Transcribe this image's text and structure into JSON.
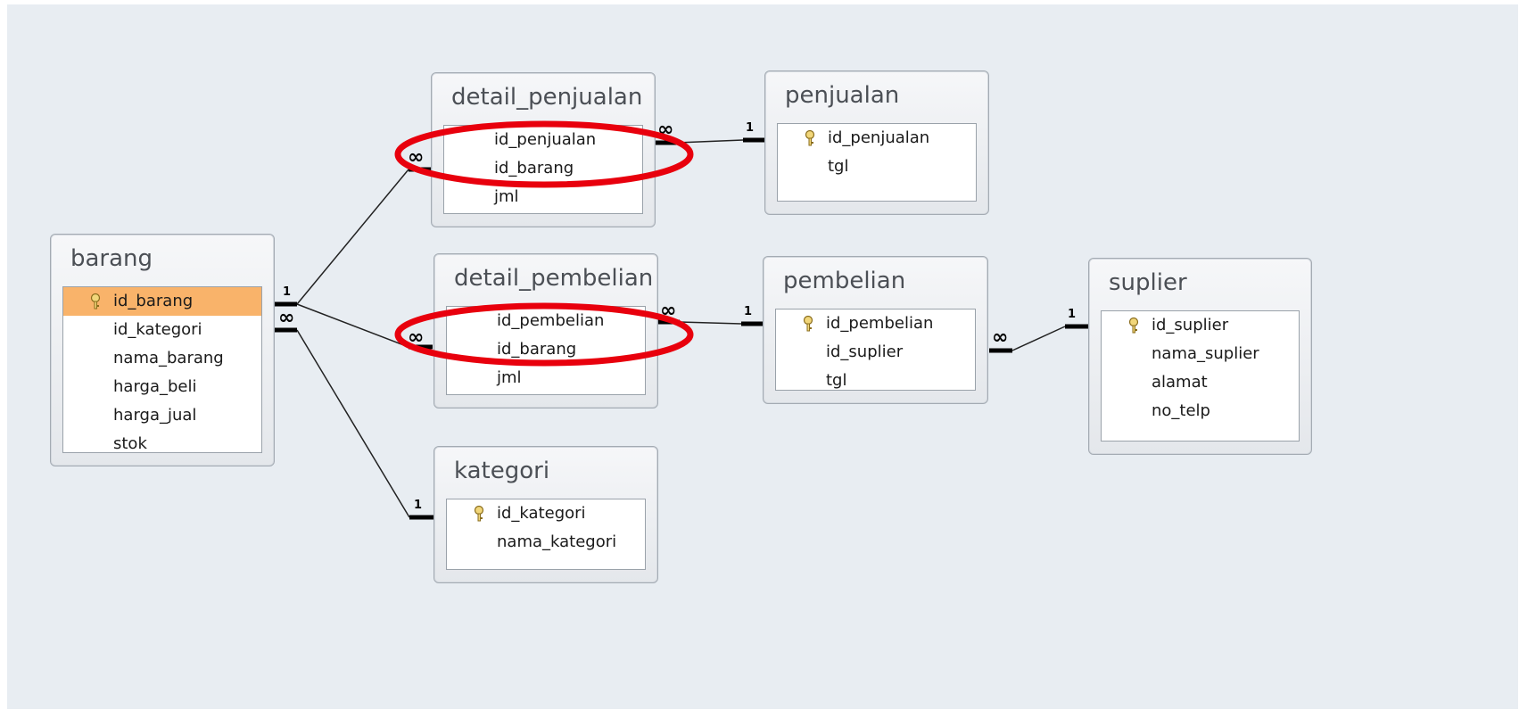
{
  "tables": {
    "barang": {
      "title": "barang",
      "fields": [
        "id_barang",
        "id_kategori",
        "nama_barang",
        "harga_beli",
        "harga_jual",
        "stok"
      ]
    },
    "detail_penjualan": {
      "title": "detail_penjualan",
      "fields": [
        "id_penjualan",
        "id_barang",
        "jml"
      ]
    },
    "penjualan": {
      "title": "penjualan",
      "fields": [
        "id_penjualan",
        "tgl"
      ]
    },
    "detail_pembelian": {
      "title": "detail_pembelian",
      "fields": [
        "id_pembelian",
        "id_barang",
        "jml"
      ]
    },
    "pembelian": {
      "title": "pembelian",
      "fields": [
        "id_pembelian",
        "id_suplier",
        "tgl"
      ]
    },
    "suplier": {
      "title": "suplier",
      "fields": [
        "id_suplier",
        "nama_suplier",
        "alamat",
        "no_telp"
      ]
    },
    "kategori": {
      "title": "kategori",
      "fields": [
        "id_kategori",
        "nama_kategori"
      ]
    }
  },
  "primary_keys": [
    "barang.id_barang",
    "penjualan.id_penjualan",
    "pembelian.id_pembelian",
    "suplier.id_suplier",
    "kategori.id_kategori"
  ],
  "selected_field": "barang.id_barang",
  "relationships": [
    {
      "from": "barang.id_barang",
      "to": "detail_penjualan.id_barang",
      "one": "1",
      "many": "∞"
    },
    {
      "from": "barang.id_barang",
      "to": "detail_pembelian.id_barang",
      "one": "1",
      "many": "∞"
    },
    {
      "from": "kategori.id_kategori",
      "to": "barang.id_kategori",
      "one": "1",
      "many": "∞"
    },
    {
      "from": "penjualan.id_penjualan",
      "to": "detail_penjualan.id_penjualan",
      "one": "1",
      "many": "∞"
    },
    {
      "from": "pembelian.id_pembelian",
      "to": "detail_pembelian.id_pembelian",
      "one": "1",
      "many": "∞"
    },
    {
      "from": "suplier.id_suplier",
      "to": "pembelian.id_suplier",
      "one": "1",
      "many": "∞"
    }
  ],
  "annotation_color": "#e8000d",
  "highlight_color": "#f9b36a",
  "icons": {
    "key": "key-icon"
  }
}
